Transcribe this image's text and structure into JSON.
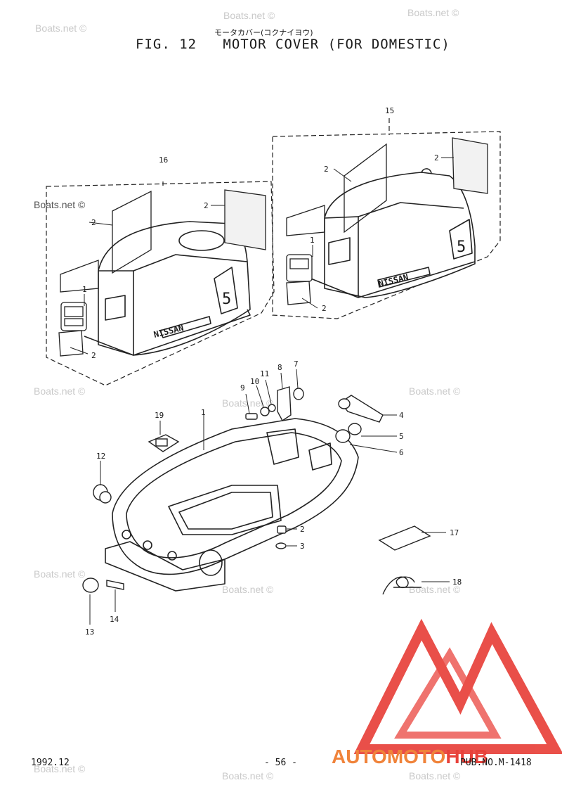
{
  "header": {
    "subtitle_jp": "モータカバー(コクナイヨウ)",
    "title": "FIG. 12   MOTOR COVER (FOR DOMESTIC)"
  },
  "assemblies": {
    "left_label": "16",
    "right_label": "15",
    "badge_text": "NISSAN",
    "badge_number": "5"
  },
  "callouts": {
    "c1": "1",
    "c2": "2",
    "c3": "3",
    "c4": "4",
    "c5": "5",
    "c6": "6",
    "c7": "7",
    "c8": "8",
    "c9": "9",
    "c10": "10",
    "c11": "11",
    "c12": "12",
    "c13": "13",
    "c14": "14",
    "c15": "15",
    "c16": "16",
    "c17": "17",
    "c18": "18",
    "c19": "19"
  },
  "footer": {
    "date": "1992.12",
    "page": "- 56 -",
    "pub": "PUB.NO.M-1418"
  },
  "watermark": {
    "text": "Boats.net ©"
  },
  "brand": {
    "part1": "AUTOMOTO",
    "part2": "HUB",
    "color_primary": "#f0833a",
    "color_secondary": "#e8413a"
  }
}
